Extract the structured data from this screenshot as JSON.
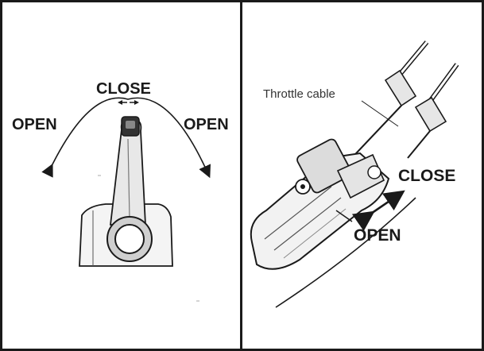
{
  "left_panel": {
    "close_label": "CLOSE",
    "open_left_label": "OPEN",
    "open_right_label": "OPEN"
  },
  "right_panel": {
    "cable_label": "Throttle cable",
    "close_label": "CLOSE",
    "open_label": "OPEN"
  },
  "colors": {
    "ink": "#1a1a1a",
    "frame": "#1a1a1a",
    "background": "#ffffff"
  }
}
